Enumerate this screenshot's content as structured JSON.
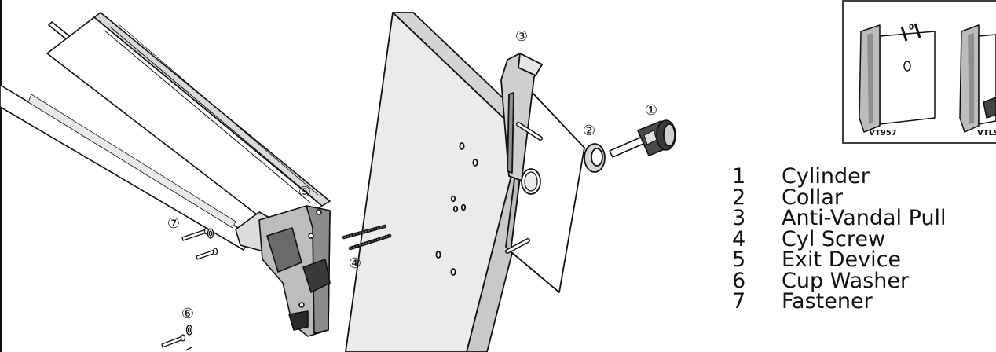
{
  "callouts": [
    {
      "num": "①",
      "part": "Cylinder"
    },
    {
      "num": "②",
      "part": "Collar"
    },
    {
      "num": "③",
      "part": "Anti-Vandal Pull"
    },
    {
      "num": "④",
      "part": "Cyl Screw"
    },
    {
      "num": "⑤",
      "part": "Exit Device"
    },
    {
      "num": "⑥",
      "part": "Cup Washer"
    },
    {
      "num": "⑦",
      "part": "Fastener"
    }
  ],
  "inset": {
    "labels": [
      "VT957",
      "VTL9"
    ]
  },
  "legend": [
    {
      "number": "1",
      "name": "Cylinder"
    },
    {
      "number": "2",
      "name": "Collar"
    },
    {
      "number": "3",
      "name": "Anti-Vandal Pull"
    },
    {
      "number": "4",
      "name": "Cyl Screw"
    },
    {
      "number": "5",
      "name": "Exit Device"
    },
    {
      "number": "6",
      "name": "Cup Washer"
    },
    {
      "number": "7",
      "name": "Fastener"
    }
  ],
  "colors": {
    "line": "#111111",
    "door_face": "#e9e9e9",
    "door_edge": "#cfcfcf",
    "metal": "#bdbdbd",
    "dark": "#2a2a2a"
  }
}
